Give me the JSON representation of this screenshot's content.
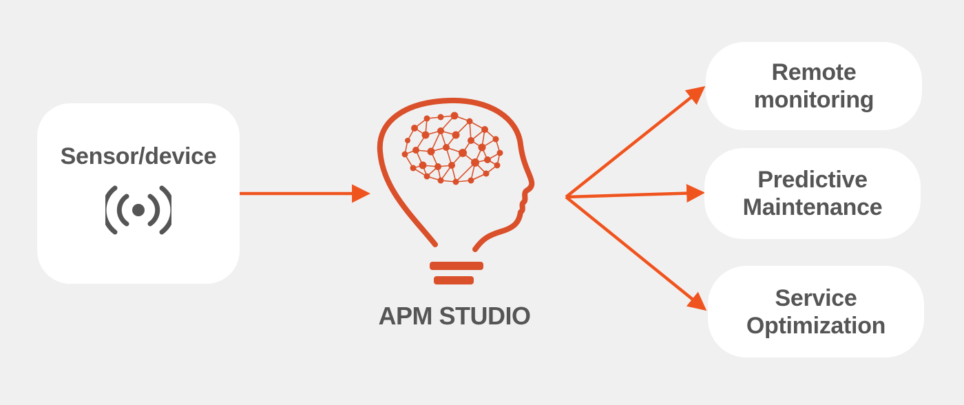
{
  "source": {
    "label": "Sensor/device",
    "icon": "broadcast-sensor-icon"
  },
  "hub": {
    "title": "APM STUDIO",
    "icon": "brain-head-lightbulb-icon"
  },
  "outputs": [
    {
      "line1": "Remote",
      "line2": "monitoring"
    },
    {
      "line1": "Predictive",
      "line2": "Maintenance"
    },
    {
      "line1": "Service",
      "line2": "Optimization"
    }
  ],
  "colors": {
    "accent": "#f0541e",
    "logo": "#d9502a",
    "text": "#555555",
    "box": "#ffffff",
    "background": "#f1f0f0"
  }
}
